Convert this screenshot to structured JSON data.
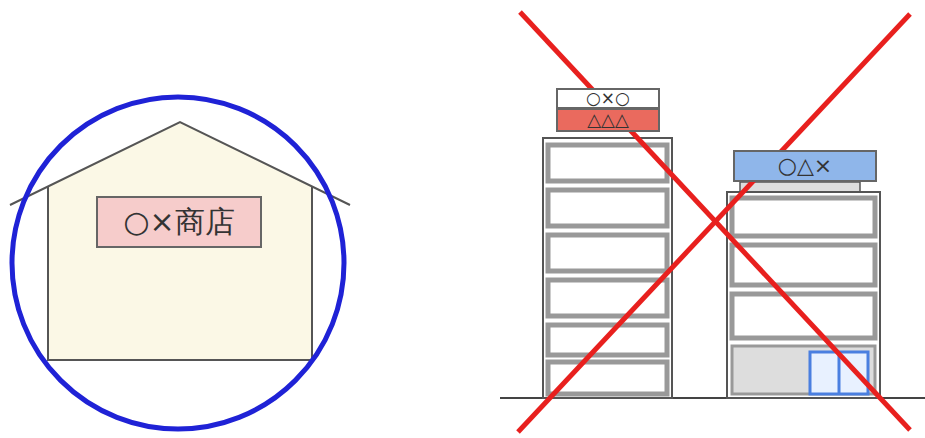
{
  "diagram": {
    "nodes": [
      {
        "text": [
          "○×商店"
        ]
      },
      {
        "text": [
          "○×○"
        ]
      },
      {
        "text": [
          "△△△"
        ]
      },
      {
        "text": [
          "○△×"
        ]
      }
    ]
  }
}
